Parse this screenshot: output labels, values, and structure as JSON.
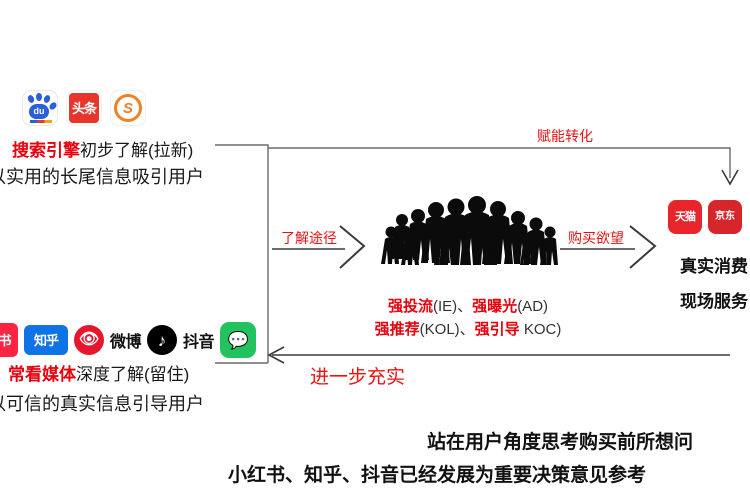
{
  "theme": {
    "accent_red": "#ee1111",
    "text_dark": "#1a1a1a",
    "line_gray": "#6b6b6b"
  },
  "top_channel": {
    "logos": [
      {
        "name": "baidu-logo",
        "label": "du"
      },
      {
        "name": "toutiao-logo",
        "label": "头条"
      },
      {
        "name": "sogou-logo",
        "label": "S"
      }
    ],
    "title_highlight": "搜索引擎",
    "title_rest": "初步了解(拉新)",
    "subtitle": "以实用的长尾信息吸引用户"
  },
  "bottom_channel": {
    "logos": [
      {
        "name": "xiaohongshu-logo",
        "label": "书"
      },
      {
        "name": "zhihu-logo",
        "label": "知乎"
      },
      {
        "name": "weibo-logo",
        "label": "微博"
      },
      {
        "name": "douyin-logo",
        "label": "抖音"
      },
      {
        "name": "wechat-logo",
        "label": "微信"
      }
    ],
    "title_highlight": "常看媒体",
    "title_rest": "深度了解(留住)",
    "subtitle": "以可信的真实信息引导用户"
  },
  "arrows": {
    "understand_path": "了解途径",
    "purchase_desire": "购买欲望",
    "empower_convert": "赋能转化",
    "further_enrich": "进一步充实"
  },
  "center": {
    "image_name": "crowd-silhouette",
    "line1": [
      {
        "t": "强投流",
        "hl": true
      },
      {
        "t": "(IE)、",
        "hl": false
      },
      {
        "t": "强曝光",
        "hl": true
      },
      {
        "t": "(AD)",
        "hl": false
      }
    ],
    "line2": [
      {
        "t": "强推荐",
        "hl": true
      },
      {
        "t": "(KOL)、",
        "hl": false
      },
      {
        "t": "强引导",
        "hl": true
      },
      {
        "t": " KOC)",
        "hl": false
      }
    ]
  },
  "right_outcome": {
    "logos": [
      {
        "name": "tmall-logo",
        "label": "天猫"
      },
      {
        "name": "jd-logo",
        "label": "京东"
      }
    ],
    "line1": "真实消费",
    "line2": "现场服务"
  },
  "footer": {
    "line1": "站在用户角度思考购买前所想问",
    "line2": "小红书、知乎、抖音已经发展为重要决策意见参考"
  }
}
